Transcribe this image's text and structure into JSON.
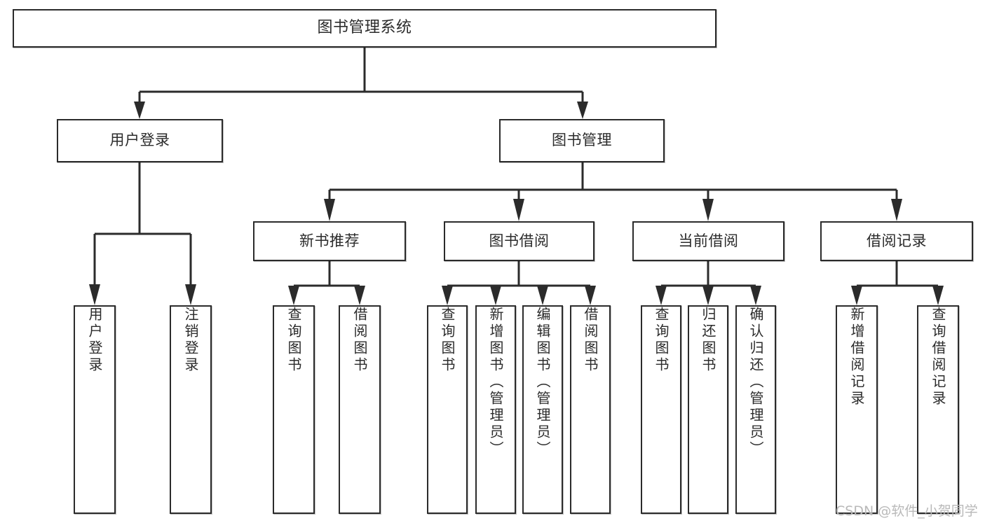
{
  "diagram": {
    "type": "tree-hierarchy",
    "title": "图书管理系统",
    "watermark": "CSDN @软件_小贺同学",
    "colors": {
      "box_border": "#2b2b2b",
      "box_fill": "#ffffff",
      "connector": "#2b2b2b",
      "text": "#2b2b2b",
      "watermark": "#b9b9b9",
      "background": "#ffffff"
    },
    "levels": {
      "root": {
        "label": "图书管理系统"
      },
      "level1": [
        {
          "label": "用户登录"
        },
        {
          "label": "图书管理"
        }
      ],
      "level2": [
        {
          "label": "新书推荐"
        },
        {
          "label": "图书借阅"
        },
        {
          "label": "当前借阅"
        },
        {
          "label": "借阅记录"
        }
      ],
      "leaves": {
        "user_login": [
          {
            "label": "用户登录"
          },
          {
            "label": "注销登录"
          }
        ],
        "new_book_recommend": [
          {
            "label": "查询图书"
          },
          {
            "label": "借阅图书"
          }
        ],
        "book_borrow": [
          {
            "label": "查询图书"
          },
          {
            "label": "新增图书（管理员）"
          },
          {
            "label": "编辑图书（管理员）"
          },
          {
            "label": "借阅图书"
          }
        ],
        "current_borrow": [
          {
            "label": "查询图书"
          },
          {
            "label": "归还图书"
          },
          {
            "label": "确认归还（管理员）"
          }
        ],
        "borrow_record": [
          {
            "label": "新增借阅记录"
          },
          {
            "label": "查询借阅记录"
          }
        ]
      }
    }
  }
}
